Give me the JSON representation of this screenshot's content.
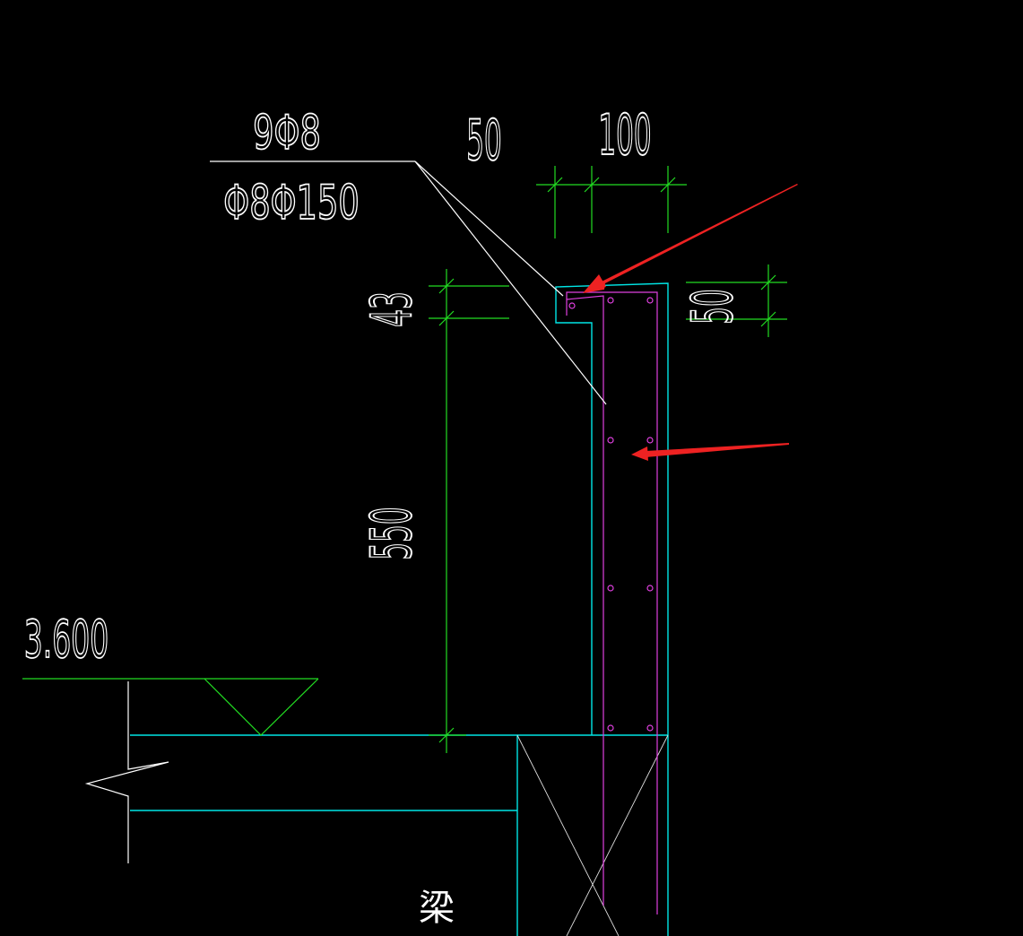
{
  "colors": {
    "background": "#000000",
    "concrete_outline": "#00e5e5",
    "rebar": "#e040e0",
    "dimension": "#22dd22",
    "annotation": "#ffffff",
    "arrow": "#ee2222"
  },
  "rebar_labels": {
    "longitudinal": "9Φ8",
    "stirrup": "Φ8Φ150"
  },
  "dimensions": {
    "top_left_width": "50",
    "top_right_width": "100",
    "lip_height": "43",
    "right_top_height": "50",
    "wall_height": "550"
  },
  "elevation": {
    "value": "3.600"
  },
  "beam_label": "梁"
}
